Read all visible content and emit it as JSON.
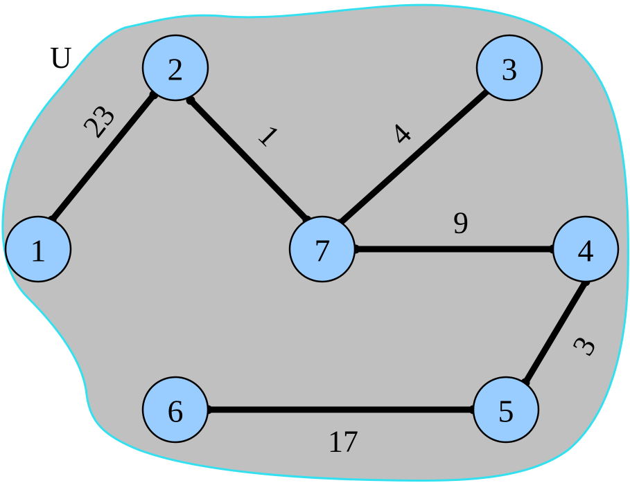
{
  "diagram": {
    "set_label": "U",
    "colors": {
      "region_fill": "#c0c0c0",
      "region_stroke": "#33e0f0",
      "node_fill": "#99ccff",
      "edge": "#000000"
    },
    "nodes": [
      {
        "id": "1",
        "label": "1"
      },
      {
        "id": "2",
        "label": "2"
      },
      {
        "id": "3",
        "label": "3"
      },
      {
        "id": "4",
        "label": "4"
      },
      {
        "id": "5",
        "label": "5"
      },
      {
        "id": "6",
        "label": "6"
      },
      {
        "id": "7",
        "label": "7"
      }
    ],
    "edges": [
      {
        "from": "1",
        "to": "2",
        "weight": "23"
      },
      {
        "from": "2",
        "to": "7",
        "weight": "1"
      },
      {
        "from": "7",
        "to": "3",
        "weight": "4"
      },
      {
        "from": "7",
        "to": "4",
        "weight": "9"
      },
      {
        "from": "4",
        "to": "5",
        "weight": "3"
      },
      {
        "from": "6",
        "to": "5",
        "weight": "17"
      }
    ]
  }
}
